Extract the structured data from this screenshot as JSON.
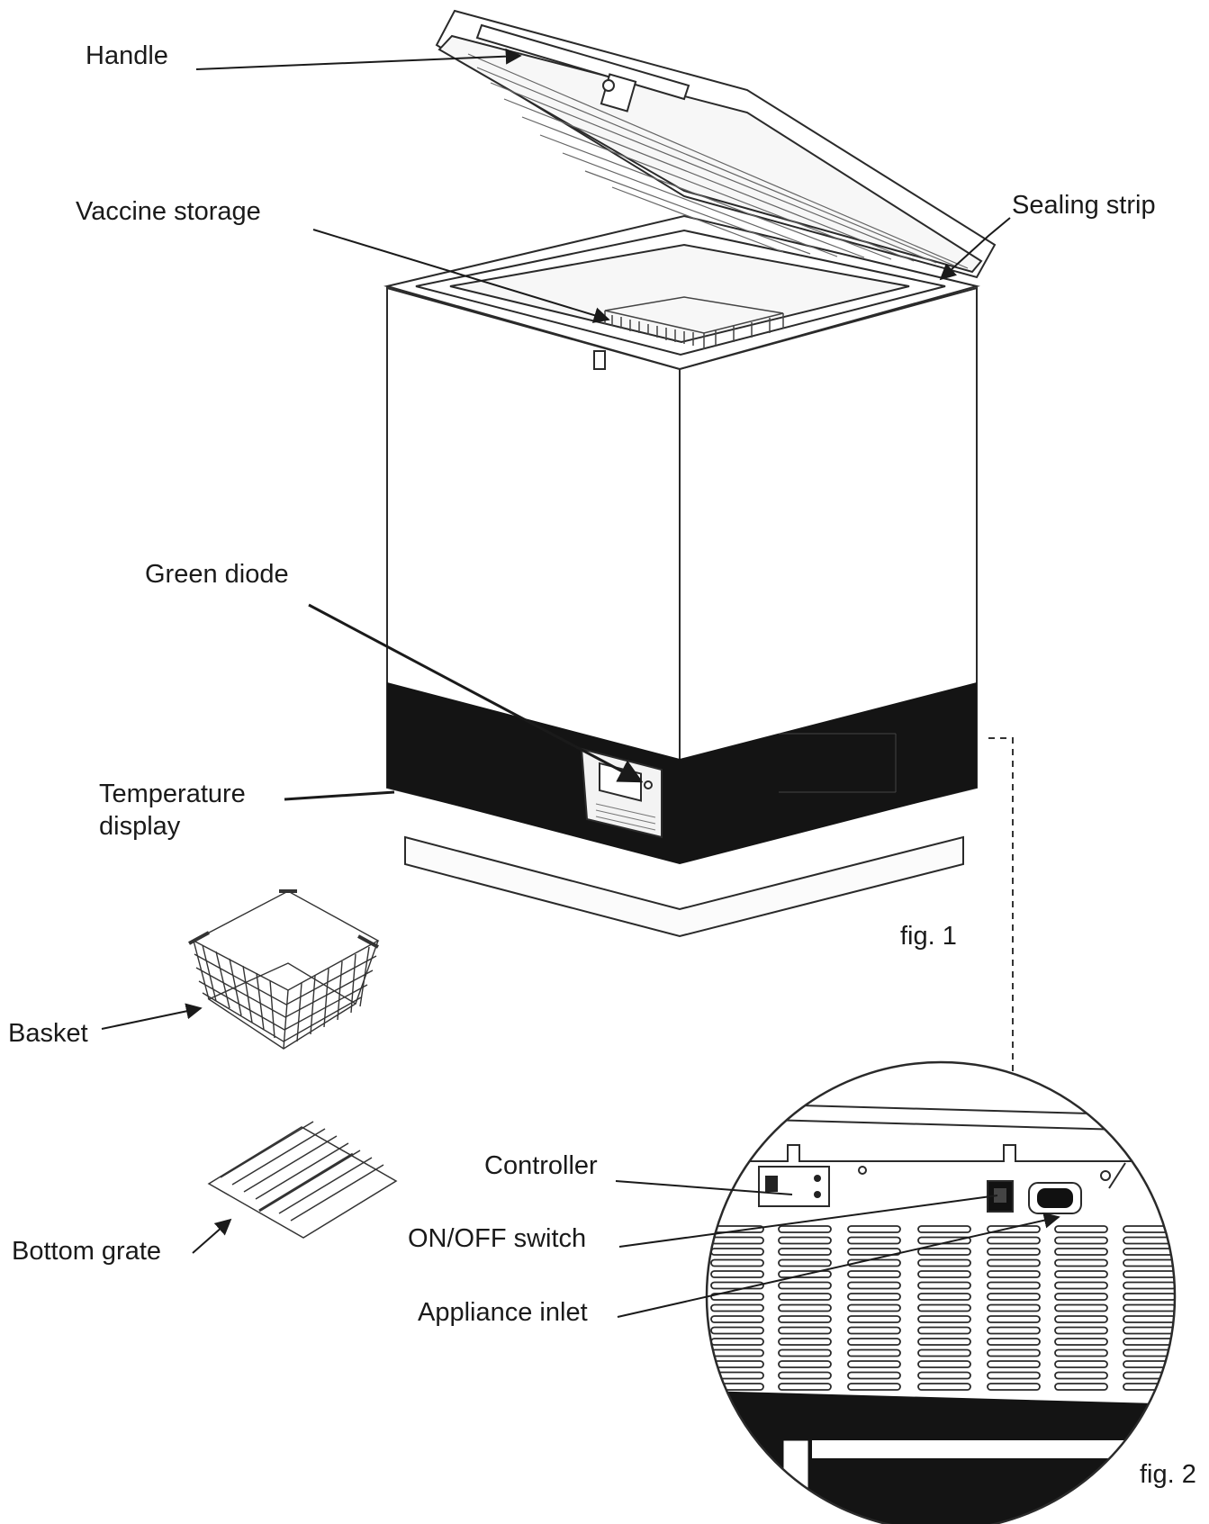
{
  "labels": {
    "handle": "Handle",
    "vaccine_storage": "Vaccine storage",
    "sealing_strip": "Sealing strip",
    "green_diode": "Green diode",
    "temperature_display": "Temperature\ndisplay",
    "basket": "Basket",
    "bottom_grate": "Bottom grate",
    "controller": "Controller",
    "on_off_switch": "ON/OFF switch",
    "appliance_inlet": "Appliance inlet"
  },
  "figures": {
    "fig1": "fig. 1",
    "fig2": "fig. 2"
  },
  "colors": {
    "line": "#2a2a2a",
    "band": "#141414",
    "paper": "#ffffff"
  }
}
